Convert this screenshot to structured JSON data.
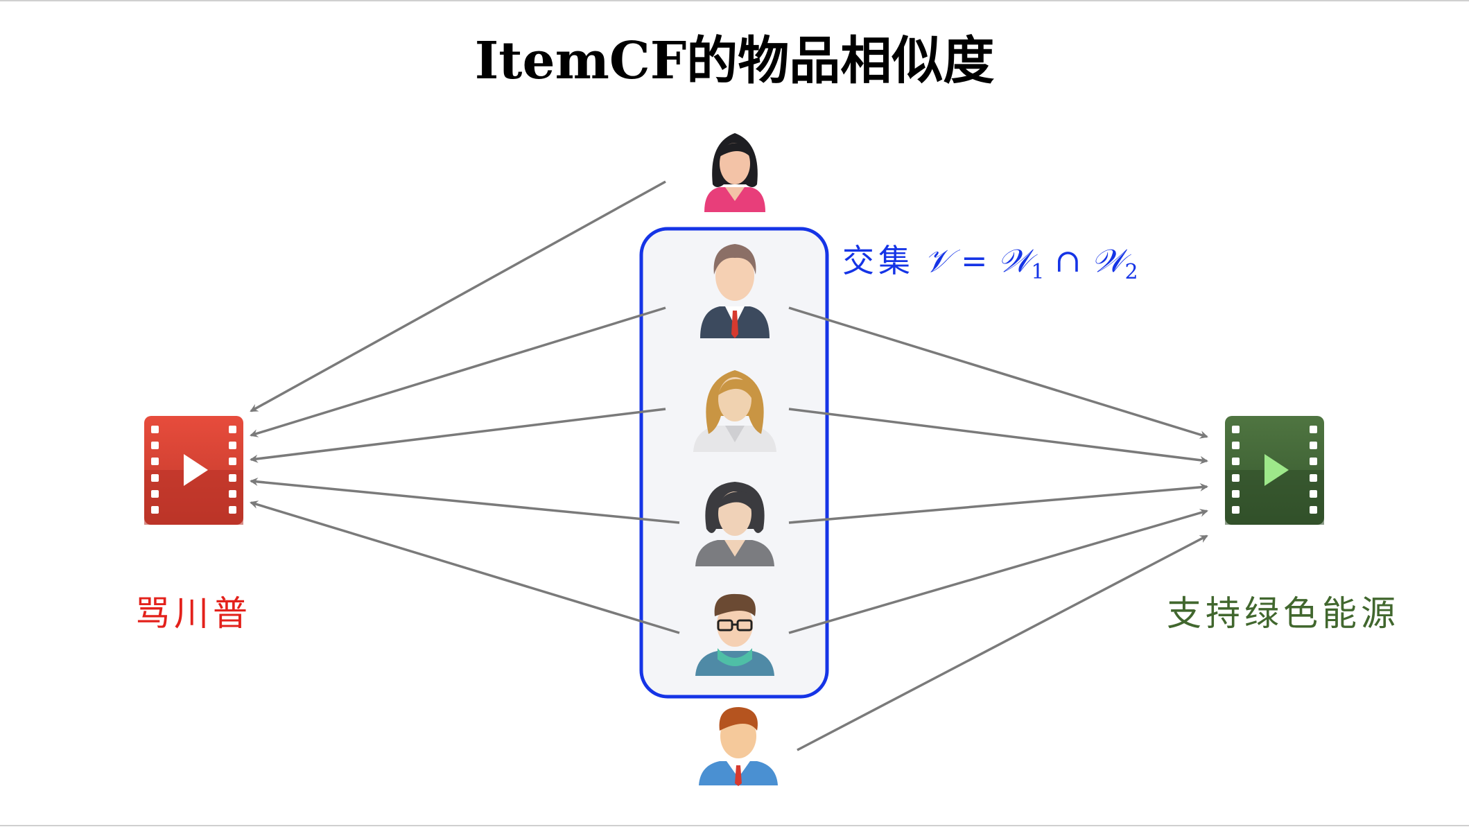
{
  "title": "ItemCF的物品相似度",
  "items": {
    "left": {
      "name": "骂川普",
      "color": "#e3211b",
      "icon": "video-icon"
    },
    "right": {
      "name": "支持绿色能源",
      "color": "#41672e",
      "icon": "video-icon"
    }
  },
  "intersection": {
    "label": "交集",
    "symbol": "𝒱",
    "equals": "=",
    "set1": "𝒲",
    "sub1": "1",
    "cap": "∩",
    "set2": "𝒲",
    "sub2": "2",
    "box_color": "#1534e6"
  },
  "users": [
    {
      "icon": "woman-user-icon",
      "links_to": [
        "left"
      ]
    },
    {
      "icon": "man-suit-user-icon",
      "links_to": [
        "left",
        "right"
      ]
    },
    {
      "icon": "blonde-woman-user-icon",
      "links_to": [
        "left",
        "right"
      ]
    },
    {
      "icon": "dark-hair-woman-user-icon",
      "links_to": [
        "left",
        "right"
      ]
    },
    {
      "icon": "glasses-man-user-icon",
      "links_to": [
        "left",
        "right"
      ]
    },
    {
      "icon": "man-user-icon",
      "links_to": [
        "right"
      ]
    }
  ]
}
